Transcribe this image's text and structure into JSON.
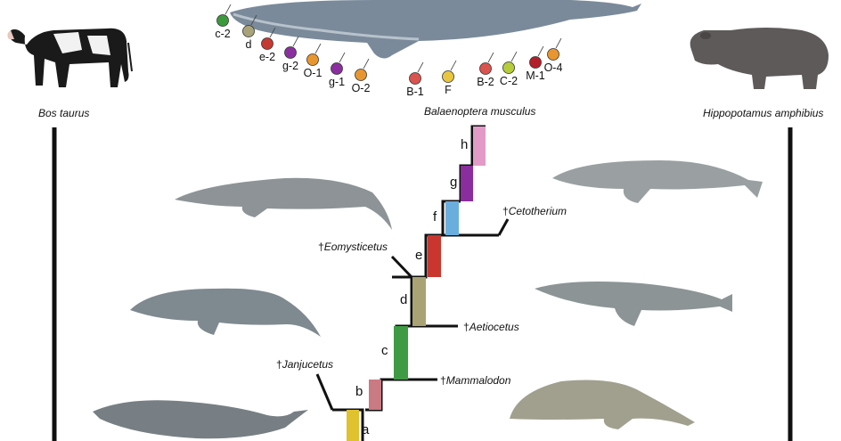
{
  "species_labels": {
    "left": "Bos taurus",
    "center": "Balaenoptera musculus",
    "right": "Hippopotamus amphibius"
  },
  "markers_lower": [
    {
      "label": "c-2",
      "color": "#3c9a3c"
    },
    {
      "label": "d",
      "color": "#a9a37a"
    },
    {
      "label": "e-2",
      "color": "#c43a33"
    },
    {
      "label": "g-2",
      "color": "#8b2fa0"
    },
    {
      "label": "O-1",
      "color": "#e8962f"
    },
    {
      "label": "g-1",
      "color": "#8b2fa0"
    },
    {
      "label": "O-2",
      "color": "#e8962f"
    },
    {
      "label": "B-1",
      "color": "#d9534f"
    },
    {
      "label": "F",
      "color": "#e8c640"
    },
    {
      "label": "B-2",
      "color": "#d9534f"
    },
    {
      "label": "C-2",
      "color": "#b6cc3a"
    },
    {
      "label": "M-1",
      "color": "#b3202a"
    },
    {
      "label": "O-4",
      "color": "#e8962f"
    }
  ],
  "steps": [
    {
      "label": "a",
      "color": "#e0c12e"
    },
    {
      "label": "b",
      "color": "#c97a82"
    },
    {
      "label": "c",
      "color": "#3f9a44"
    },
    {
      "label": "d",
      "color": "#a8a275"
    },
    {
      "label": "e",
      "color": "#c8362e"
    },
    {
      "label": "f",
      "color": "#6aaedd"
    },
    {
      "label": "g",
      "color": "#8a2d9e"
    },
    {
      "label": "h",
      "color": "#e29bc6"
    }
  ],
  "fossil_taxa": {
    "janjucetus": "Janjucetus",
    "mammalodon": "Mammalodon",
    "aetiocetus": "Aetiocetus",
    "eomysticetus": "Eomysticetus",
    "cetotherium": "Cetotherium",
    "dagger": "†"
  }
}
